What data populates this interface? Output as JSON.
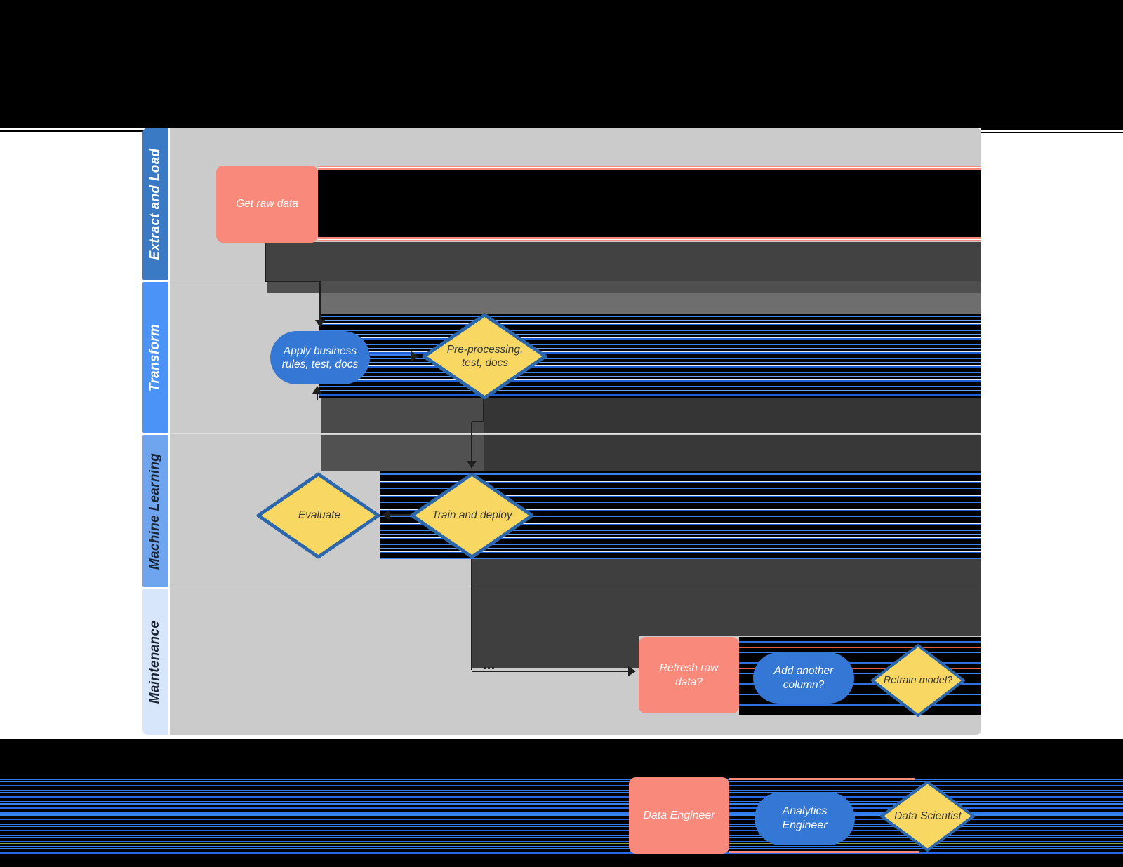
{
  "diagram": {
    "lanes": [
      {
        "label": "Extract and Load",
        "header_color": "#3A79C4",
        "text_color": "#FFFFFF"
      },
      {
        "label": "Transform",
        "header_color": "#4B93F7",
        "text_color": "#FFFFFF"
      },
      {
        "label": "Machine Learning",
        "header_color": "#6FA5EF",
        "text_color": "#1B2533"
      },
      {
        "label": "Maintenance",
        "header_color": "#D7E6FA",
        "text_color": "#1B2533"
      }
    ],
    "nodes": {
      "get_raw_data": {
        "label": "Get raw data",
        "shape": "rectangle",
        "fill": "#F9897B"
      },
      "apply_business_rules": {
        "label": "Apply business rules, test, docs",
        "shape": "rounded",
        "fill": "#3577D4"
      },
      "pre_processing": {
        "label": "Pre-processing, test, docs",
        "shape": "diamond",
        "fill": "#F8D862"
      },
      "evaluate": {
        "label": "Evaluate",
        "shape": "diamond",
        "fill": "#F8D862"
      },
      "train_and_deploy": {
        "label": "Train and deploy",
        "shape": "diamond",
        "fill": "#F8D862"
      },
      "refresh_raw_data": {
        "label": "Refresh raw data?",
        "shape": "rectangle",
        "fill": "#F9897B"
      },
      "add_another_column": {
        "label": "Add another column?",
        "shape": "rounded",
        "fill": "#3577D4"
      },
      "retrain_model": {
        "label": "Retrain model?",
        "shape": "diamond",
        "fill": "#F8D862"
      }
    },
    "connector_ellipsis": "...",
    "colors": {
      "panel_background": "#CBCBCB",
      "page_background": "#000000",
      "margin_background": "#FFFFFF",
      "process_fill": "#F9897B",
      "rounded_fill": "#3577D4",
      "decision_fill": "#F8D862",
      "decision_border": "#2C67AB"
    }
  },
  "legend": {
    "items": [
      {
        "label": "Data Engineer",
        "shape": "rectangle",
        "fill": "#F9897B"
      },
      {
        "label": "Analytics Engineer",
        "shape": "rounded",
        "fill": "#3577D4"
      },
      {
        "label": "Data Scientist",
        "shape": "diamond",
        "fill": "#F8D862"
      }
    ]
  }
}
